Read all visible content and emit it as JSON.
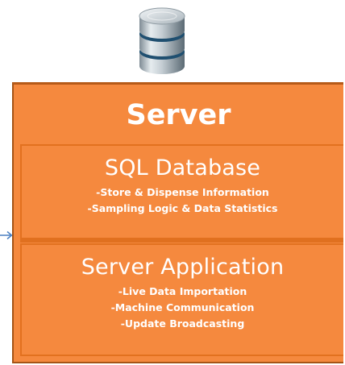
{
  "server": {
    "title": "Server"
  },
  "sql_database": {
    "title": "SQL Database",
    "items": [
      "-Store & Dispense Information",
      "-Sampling Logic & Data Statistics"
    ]
  },
  "server_application": {
    "title": "Server Application",
    "items": [
      "-Live Data Importation",
      "-Machine Communication",
      "-Update Broadcasting"
    ]
  },
  "colors": {
    "box_fill": "#f5893e",
    "box_border": "#b65a18",
    "text": "#ffffff",
    "arrow": "#4a7fc0"
  },
  "icons": {
    "top": "database-icon",
    "left": "arrow-right-icon"
  }
}
